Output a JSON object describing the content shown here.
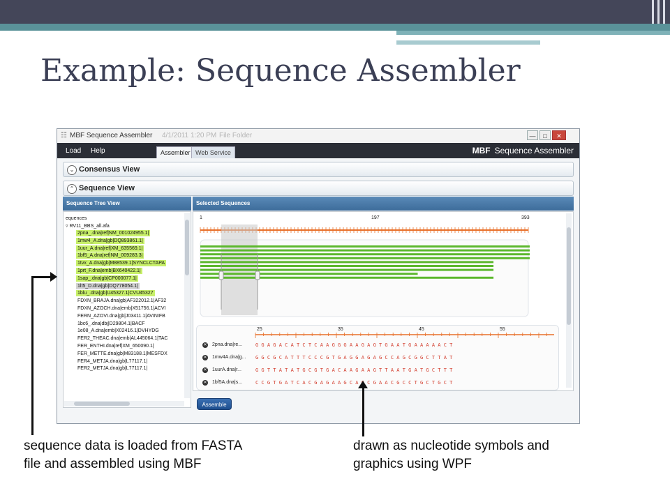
{
  "slide": {
    "title": "Example: Sequence Assembler"
  },
  "window": {
    "title": "MBF Sequence Assembler",
    "title_dim1": "4/1/2011 1:20 PM",
    "title_dim2": "File Folder",
    "controls": {
      "min": "—",
      "max": "□",
      "close": "✕"
    }
  },
  "menu": {
    "load": "Load",
    "help": "Help"
  },
  "tabs": {
    "assembler": "Assembler",
    "web_service": "Web Service"
  },
  "brand": {
    "strong": "MBF",
    "rest": "Sequence Assembler"
  },
  "sections": {
    "consensus": "Consensus View",
    "sequence": "Sequence View"
  },
  "tree": {
    "header": "Sequence Tree View",
    "root": "equences",
    "file": "RV11_BBS_all.afa",
    "items": [
      {
        "label": "2pna_.dna|ref|NM_001024955.1|",
        "highlight": "green"
      },
      {
        "label": "1mw4_A.dna|gb|DQ893861.1|",
        "highlight": "green"
      },
      {
        "label": "1uur_A.dna|ref|XM_635569.1|",
        "highlight": "green"
      },
      {
        "label": "1bf5_A.dna|ref|NM_009283.3|",
        "highlight": "green"
      },
      {
        "label": "1tvx_A.dna|gb|M88539.1|SYNCLCTAPA",
        "highlight": "green"
      },
      {
        "label": "1prt_F.dna|emb|BX640422.1|",
        "highlight": "green"
      },
      {
        "label": "1sap_.dna|gb|CP000077.1|",
        "highlight": "green"
      },
      {
        "label": "1lt5_D.dna|gb|DQ778054.1|",
        "highlight": "grey"
      },
      {
        "label": "1blu_.dna|gb|U45327.1|CVU45327",
        "highlight": "green"
      },
      {
        "label": "FDXN_BRAJA.dna|gb|AF322012.1|AF32",
        "highlight": "none"
      },
      {
        "label": "FDXN_AZOCH.dna|emb|X51756.1|ACVI",
        "highlight": "none"
      },
      {
        "label": "FERN_AZOVI.dna|gb|J03411.1|AVINIFB",
        "highlight": "none"
      },
      {
        "label": "1bc6_.dna|dbj|D29804.1|BACF",
        "highlight": "none"
      },
      {
        "label": "1e08_A.dna|emb|X02416.1|DVHYDG",
        "highlight": "none"
      },
      {
        "label": "FER2_THEAC.dna|emb|AL445064.1|TAC",
        "highlight": "none"
      },
      {
        "label": "FER_ENTHI.dna|ref|XM_650090.1|",
        "highlight": "none"
      },
      {
        "label": "FER_METTE.dna|gb|M83188.1|MESFDX",
        "highlight": "none"
      },
      {
        "label": "FER4_METJA.dna|gb|L77117.1|",
        "highlight": "none"
      },
      {
        "label": "FER2_METJA.dna|gb|L77117.1|",
        "highlight": "none"
      }
    ]
  },
  "selected": {
    "header": "Selected Sequences",
    "ruler": {
      "start": "1",
      "mid": "197",
      "end": "393"
    },
    "detail_ruler": [
      "25",
      "35",
      "45",
      "55"
    ],
    "coverage_fractions": [
      1.0,
      1.0,
      1.0,
      1.0,
      0.89,
      0.89,
      0.89,
      0.66,
      0.89
    ],
    "rows": [
      {
        "name": "2pna.dna|re...",
        "bases": "G G A G A C A T C T C A A G G G A A G A G T G A A T G A A A A A C T"
      },
      {
        "name": "1mw4A.dna|g...",
        "bases": "G G C G C A T T T C C C G T G A G G A G A G C C A G C G G C T T A T"
      },
      {
        "name": "1uurA.dna|r...",
        "bases": "G G T T A T A T G C G T G A C A A G A A G T T A A T G A T G C T T T"
      },
      {
        "name": "1bf5A.dna|s...",
        "bases": "C C G T G A T C A C G A G A A G C A G C G A A C G C C T G C T G C T"
      }
    ]
  },
  "buttons": {
    "assemble": "Assemble"
  },
  "captions": {
    "left_line1": "sequence data is loaded from FASTA",
    "left_line2": "file and assembled using MBF",
    "right_line1": "drawn as nucleotide symbols and",
    "right_line2": "graphics using WPF"
  },
  "colors": {
    "coverage_green": "#5cb82e",
    "ruler_orange": "#e8702a",
    "highlight_green": "#c8f06a",
    "highlight_grey": "#d3d3d3",
    "nucleotide_red": "#d23a2a",
    "header_blue": "#4a7aa8"
  }
}
